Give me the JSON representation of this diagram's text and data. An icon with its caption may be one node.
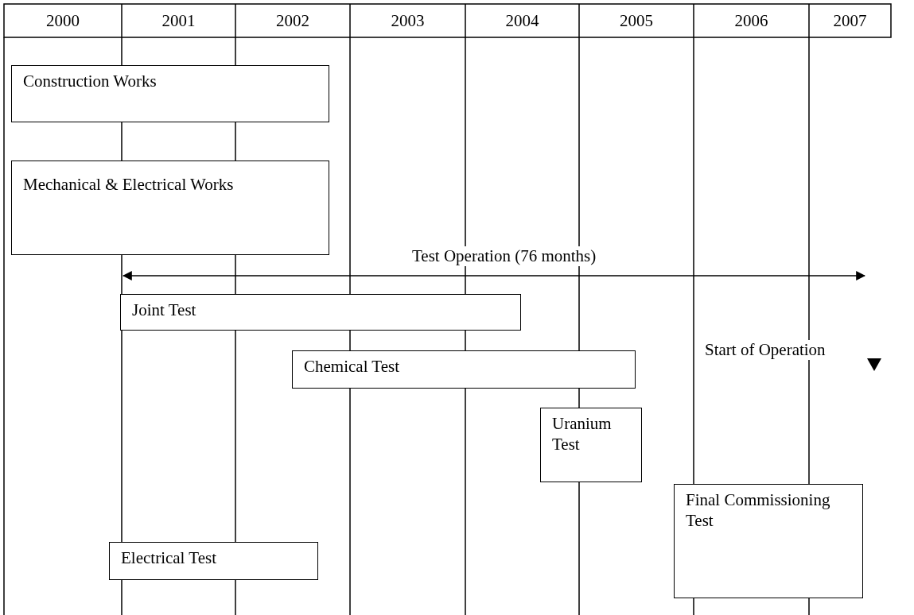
{
  "diagram": {
    "nodes": [
      {
        "text": [
          "Construction Works"
        ]
      },
      {
        "text": [
          "Mechanical & Electrical Works"
        ]
      },
      {
        "text": [
          "Joint Test"
        ]
      },
      {
        "text": [
          "Chemical Test"
        ]
      },
      {
        "text": [
          "Uranium Test"
        ]
      },
      {
        "text": [
          "Final Commissioning Test"
        ]
      },
      {
        "text": [
          "Electrical Test"
        ]
      }
    ],
    "labels": [
      "2000",
      "2001",
      "2002",
      "2003",
      "2004",
      "2005",
      "2006",
      "2007",
      "Test Operation (76 months)",
      "Start of Operation"
    ]
  }
}
